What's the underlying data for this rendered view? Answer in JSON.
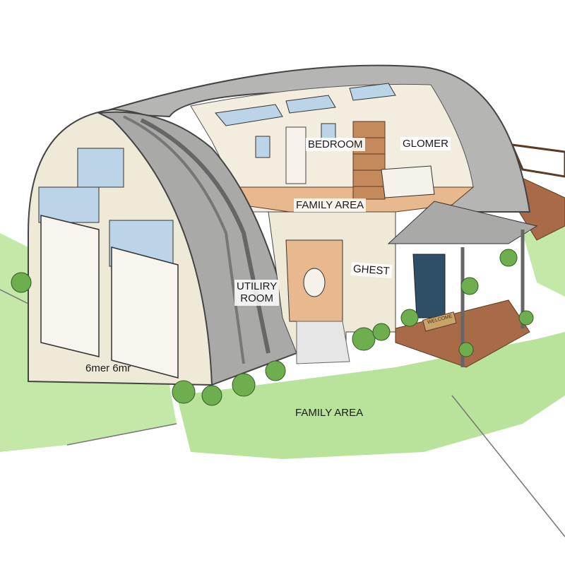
{
  "labels": {
    "bedroom": "BEDROOM",
    "glomer": "GLOMER",
    "family_area_loft": "FAMILY AREA",
    "utility_room_line1": "UTILIRY",
    "utility_room_line2": "ROOM",
    "guest": "GHEST",
    "garage": "6mer 6mr",
    "family_area_ground": "FAMILY AREA",
    "welcome_mat": "WELCOME"
  },
  "colors": {
    "siding": "#efe9d8",
    "roof": "#a9aaa8",
    "floor": "#e8b98f",
    "deck": "#a86a47",
    "lawn": "#b9e39a",
    "window": "#bcd4e8"
  }
}
